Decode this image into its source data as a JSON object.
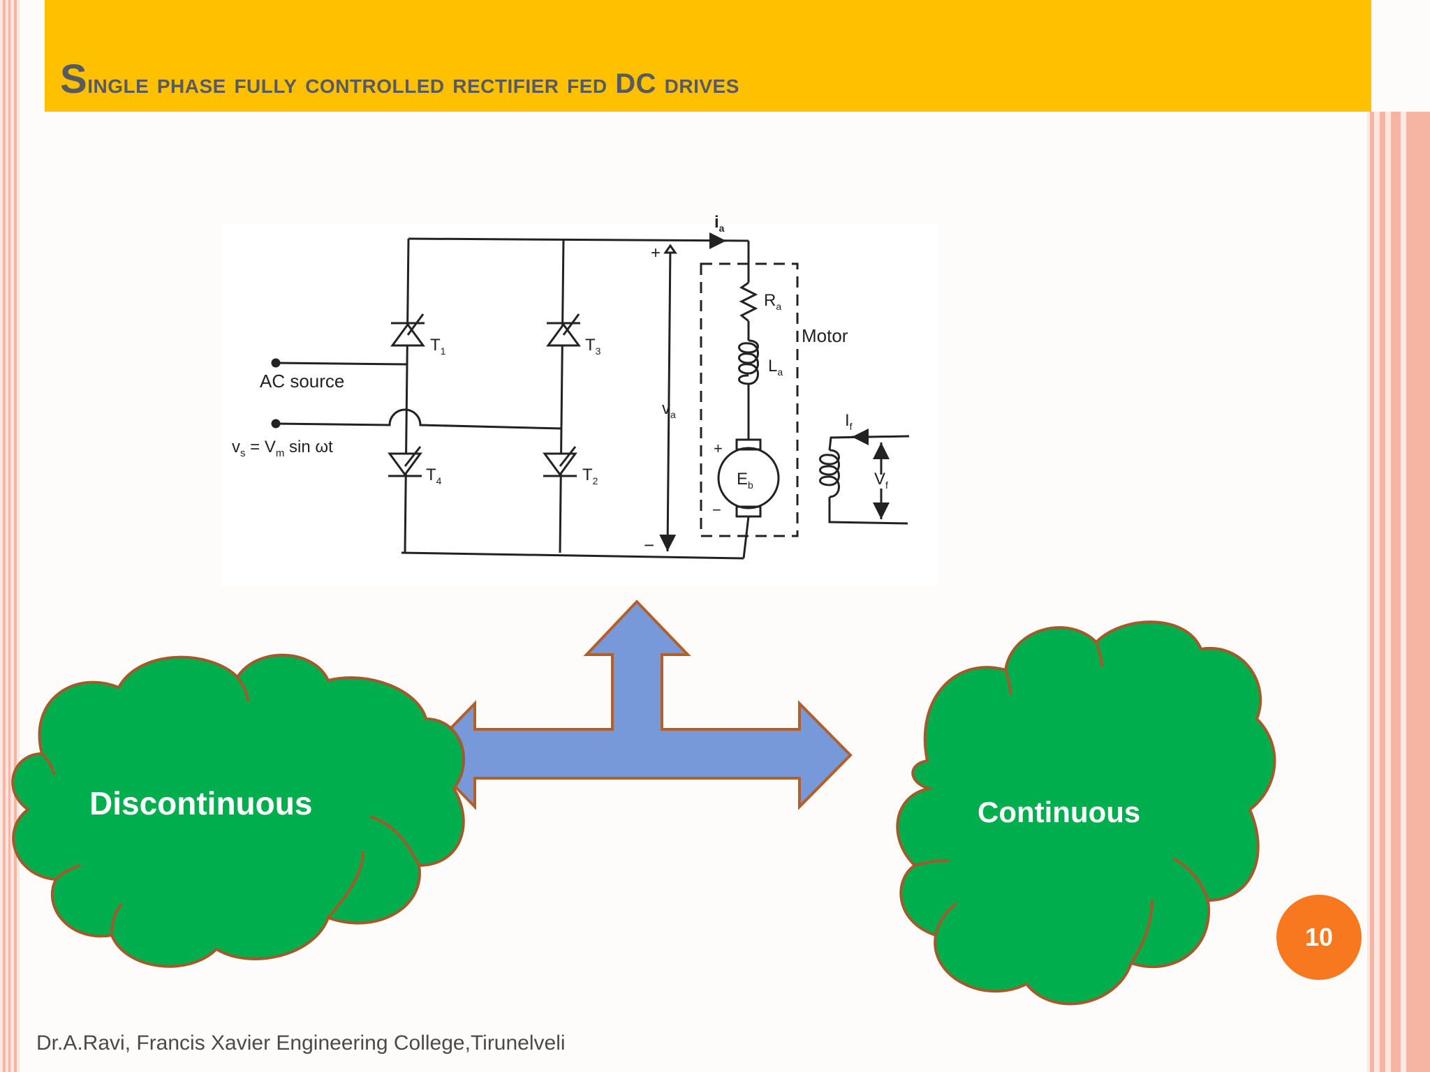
{
  "slide": {
    "title_first_letter": "S",
    "title_main": "ingle phase fully controlled rectifier ",
    "title_tail": "fed DC drives",
    "page_number": "10",
    "footer": "Dr.A.Ravi, Francis Xavier Engineering College,Tirunelveli"
  },
  "circuit": {
    "ac_source_label": "AC source",
    "source_equation": "v",
    "source_eq_sub1": "s",
    "source_eq_mid": " = V",
    "source_eq_sub2": "m",
    "source_eq_end": " sin ωt",
    "thyristors": [
      {
        "label": "T",
        "sub": "1"
      },
      {
        "label": "T",
        "sub": "3"
      },
      {
        "label": "T",
        "sub": "4"
      },
      {
        "label": "T",
        "sub": "2"
      }
    ],
    "armature_current": {
      "label": "i",
      "sub": "a"
    },
    "armature_voltage": {
      "label": "v",
      "sub": "a"
    },
    "resistance": {
      "label": "R",
      "sub": "a"
    },
    "inductance": {
      "label": "L",
      "sub": "a"
    },
    "back_emf": {
      "label": "E",
      "sub": "b"
    },
    "motor_label": "Motor",
    "field_current": {
      "label": "I",
      "sub": "f"
    },
    "field_voltage": {
      "label": "V",
      "sub": "f"
    },
    "plus_sign": "+",
    "minus_sign": "−"
  },
  "modes": {
    "left": "Discontinuous",
    "right": "Continuous"
  },
  "colors": {
    "title_band": "#ffc000",
    "title_text": "#575a61",
    "cloud_fill": "#00ae4d",
    "cloud_stroke": "#a35a2a",
    "arrow_fill": "#7799d9",
    "arrow_stroke": "#b35f2a",
    "badge": "#f7781f",
    "stripes": "#f6b4a2"
  }
}
